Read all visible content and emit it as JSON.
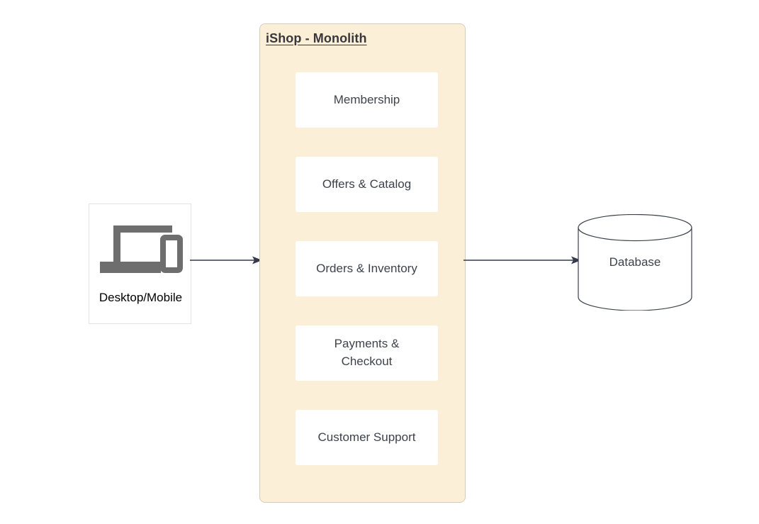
{
  "diagram": {
    "title": "iShop - Monolith",
    "client": {
      "label": "Desktop/Mobile",
      "icon": "desktop-mobile-icon"
    },
    "container": {
      "title": "iShop - Monolith",
      "fill_color": "#fcefd8",
      "border_color": "#d6cdb8",
      "modules": [
        {
          "label": "Membership"
        },
        {
          "label": "Offers & Catalog"
        },
        {
          "label": "Orders & Inventory"
        },
        {
          "label": "Payments &\nCheckout"
        },
        {
          "label": "Customer Support"
        }
      ]
    },
    "database": {
      "label": "Database",
      "shape": "cylinder",
      "border_color": "#3d424c"
    },
    "connectors": [
      {
        "from": "Desktop/Mobile",
        "to": "iShop - Monolith",
        "style": "arrow"
      },
      {
        "from": "iShop - Monolith",
        "to": "Database",
        "style": "arrow"
      }
    ],
    "colors": {
      "module_fill": "#ffffff",
      "text": "#3d424c",
      "icon_gray": "#6e6e6e",
      "line": "#35394a",
      "background": "#ffffff"
    }
  }
}
